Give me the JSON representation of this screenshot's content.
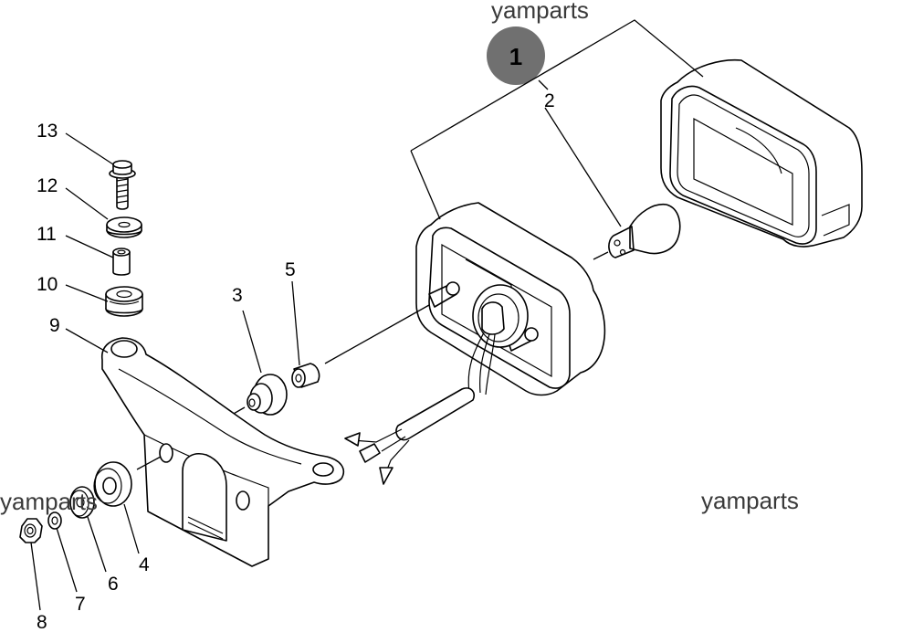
{
  "watermarks": [
    "yamparts",
    "yamparts",
    "yamparts"
  ],
  "badge": {
    "number": "1",
    "color": "#707070"
  },
  "callouts": {
    "p2": "2",
    "p3": "3",
    "p4": "4",
    "p5": "5",
    "p6": "6",
    "p7": "7",
    "p8": "8",
    "p9": "9",
    "p10": "10",
    "p11": "11",
    "p12": "12",
    "p13": "13"
  }
}
